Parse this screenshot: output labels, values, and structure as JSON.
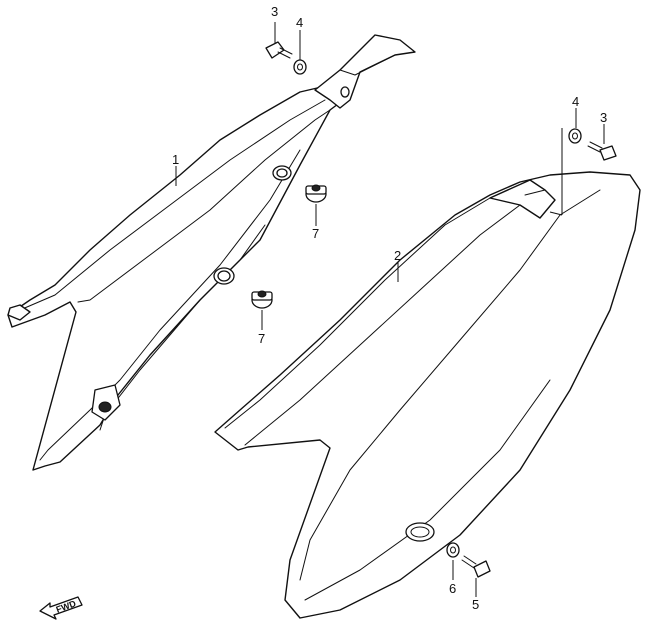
{
  "callouts": {
    "c1": "1",
    "c2": "2",
    "c3_top": "3",
    "c4_top": "4",
    "c4_right": "4",
    "c3_right": "3",
    "c7_upper": "7",
    "c7_lower": "7",
    "c6": "6",
    "c5": "5"
  },
  "fwd_label": "FWD",
  "colors": {
    "line": "#111111",
    "background": "#ffffff"
  }
}
